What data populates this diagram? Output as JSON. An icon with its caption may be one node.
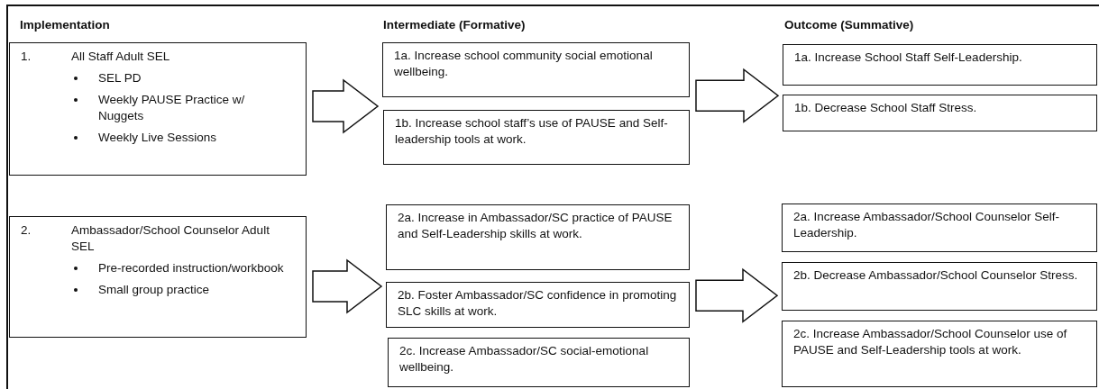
{
  "diagram": {
    "nodes": [
      {
        "text": [
          "1.",
          "All Staff Adult SEL",
          "SEL PD",
          "Weekly PAUSE Practice w/ Nuggets",
          "Weekly Live Sessions"
        ]
      },
      {
        "text": [
          "1a. Increase school community social emotional wellbeing."
        ]
      },
      {
        "text": [
          "1b. Increase school staff’s use of PAUSE and Self-leadership tools at work."
        ]
      },
      {
        "text": [
          "1a.  Increase School Staff Self-Leadership."
        ]
      },
      {
        "text": [
          "1b. Decrease School Staff Stress."
        ]
      },
      {
        "text": [
          "2.",
          "Ambassador/School Counselor Adult SEL",
          "Pre-recorded instruction/workbook",
          "Small group practice"
        ]
      },
      {
        "text": [
          "2a. Increase in Ambassador/SC practice of PAUSE and Self-Leadership skills at work."
        ]
      },
      {
        "text": [
          "2b. Foster Ambassador/SC confidence in promoting SLC skills at work."
        ]
      },
      {
        "text": [
          "2c.  Increase Ambassador/SC social-emotional wellbeing."
        ]
      },
      {
        "text": [
          "2a.  Increase Ambassador/School Counselor Self-Leadership."
        ]
      },
      {
        "text": [
          "2b. Decrease Ambassador/School Counselor Stress."
        ]
      },
      {
        "text": [
          "2c. Increase Ambassador/School Counselor use of PAUSE and Self-Leadership tools at work."
        ]
      }
    ],
    "edges": [
      {
        "from": 0,
        "to": 1,
        "arrow": "to"
      },
      {
        "from": 0,
        "to": 2,
        "arrow": "to"
      },
      {
        "from": 1,
        "to": 3,
        "arrow": "to"
      },
      {
        "from": 1,
        "to": 4,
        "arrow": "to"
      },
      {
        "from": 2,
        "to": 3,
        "arrow": "to"
      },
      {
        "from": 2,
        "to": 4,
        "arrow": "to"
      },
      {
        "from": 5,
        "to": 6,
        "arrow": "to"
      },
      {
        "from": 5,
        "to": 7,
        "arrow": "to"
      },
      {
        "from": 5,
        "to": 8,
        "arrow": "to"
      },
      {
        "from": 6,
        "to": 9,
        "arrow": "to"
      },
      {
        "from": 6,
        "to": 10,
        "arrow": "to"
      },
      {
        "from": 6,
        "to": 11,
        "arrow": "to"
      },
      {
        "from": 7,
        "to": 9,
        "arrow": "to"
      },
      {
        "from": 7,
        "to": 10,
        "arrow": "to"
      },
      {
        "from": 7,
        "to": 11,
        "arrow": "to"
      },
      {
        "from": 8,
        "to": 9,
        "arrow": "to"
      },
      {
        "from": 8,
        "to": 10,
        "arrow": "to"
      },
      {
        "from": 8,
        "to": 11,
        "arrow": "to"
      }
    ],
    "labels": [
      "Implementation",
      "Intermediate (Formative)",
      "Outcome (Summative)"
    ]
  }
}
